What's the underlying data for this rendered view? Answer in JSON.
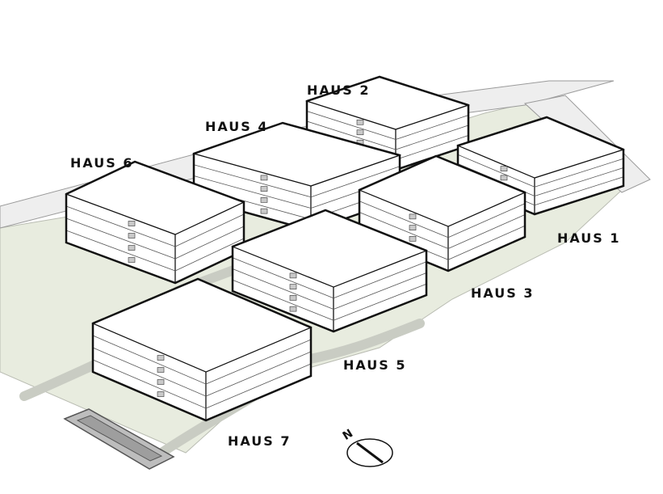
{
  "buildings": [
    {
      "id": "haus2",
      "label": "HAUS 2"
    },
    {
      "id": "haus4",
      "label": "HAUS 4"
    },
    {
      "id": "haus6",
      "label": "HAUS 6"
    },
    {
      "id": "haus1",
      "label": "HAUS 1"
    },
    {
      "id": "haus3",
      "label": "HAUS 3"
    },
    {
      "id": "haus5",
      "label": "HAUS 5"
    },
    {
      "id": "haus7",
      "label": "HAUS 7"
    }
  ],
  "compass": {
    "north_letter": "N",
    "icon": "north-arrow-icon"
  },
  "colors": {
    "ground": "#e8ecdf",
    "road": "#eeeeee",
    "path": "#f4f4f2",
    "building_face": "#ffffff",
    "building_stroke": "#111111",
    "window": "#c9c9c9"
  }
}
